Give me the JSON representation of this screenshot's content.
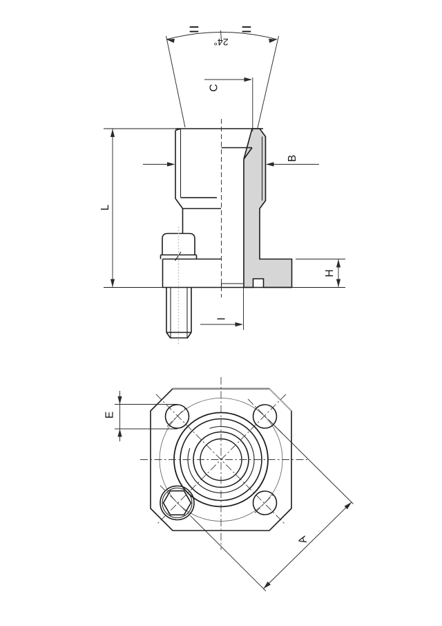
{
  "page": {
    "background": "#ffffff"
  },
  "colors": {
    "line": "#1c1c1c",
    "dim": "#2a2a2a",
    "section_fill": "#d6d6d6",
    "thick_edge": "#8f8f8f",
    "bolt_axis": "#b8b8b8"
  },
  "labels": {
    "angle": "24°",
    "equals_left": "=",
    "equals_right": "=",
    "dim_l": "L",
    "dim_b": "B",
    "dim_c": "C",
    "dim_h": "H",
    "dim_i": "I",
    "dim_e": "E",
    "dim_a": "A"
  }
}
